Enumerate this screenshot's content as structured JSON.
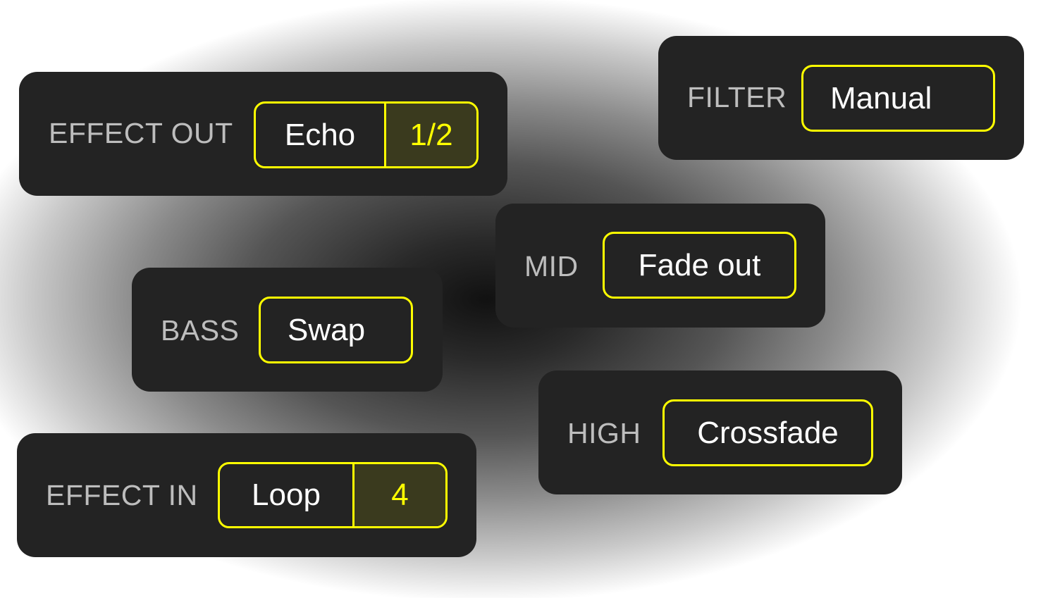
{
  "theme": {
    "panel_bg": "#232323",
    "accent": "#ffff00",
    "label_color": "#bdbdbd",
    "value_color": "#ffffff",
    "sub_value_bg": "#3a3a1e"
  },
  "panels": {
    "effect_out": {
      "label": "EFFECT OUT",
      "value": "Echo",
      "sub_value": "1/2"
    },
    "filter": {
      "label": "FILTER",
      "value": "Manual"
    },
    "mid": {
      "label": "MID",
      "value": "Fade out"
    },
    "bass": {
      "label": "BASS",
      "value": "Swap"
    },
    "high": {
      "label": "HIGH",
      "value": "Crossfade"
    },
    "effect_in": {
      "label": "EFFECT IN",
      "value": "Loop",
      "sub_value": "4"
    }
  }
}
